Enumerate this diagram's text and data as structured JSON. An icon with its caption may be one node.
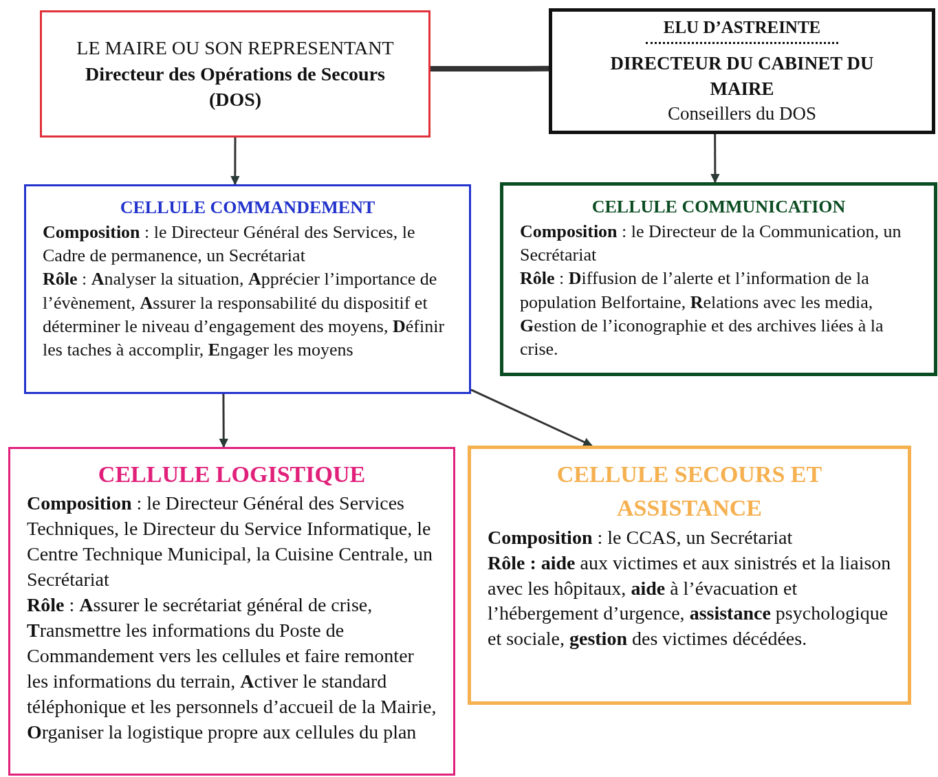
{
  "diagram": {
    "nodes": [
      {
        "text": [
          "LE MAIRE OU SON REPRESENTANT",
          "Directeur des Opérations de Secours (DOS)"
        ]
      },
      {
        "text": [
          "ELU D’ASTREINTE",
          "DIRECTEUR DU CABINET DU MAIRE",
          "Conseillers du DOS"
        ]
      },
      {
        "text": [
          "CELLULE COMMANDEMENT",
          "**Composition** : le Directeur Général des Services, le Cadre de permanence, un Secrétariat",
          "**Rôle** : **A**nalyser la situation, **A**pprécier l’importance de l’évènement, **A**ssurer la responsabilité du dispositif et déterminer le niveau d’engagement des moyens, **D**éfinir les taches à accomplir, **E**ngager les moyens"
        ]
      },
      {
        "text": [
          "CELLULE COMMUNICATION",
          "**Composition** : le Directeur de la Communication, un Secrétariat",
          "**Rôle** : **D**iffusion de l’alerte et l’information de la population Belfortaine, **R**elations avec les media, **G**estion de l’iconographie et des archives liées à la crise."
        ]
      },
      {
        "text": [
          "CELLULE LOGISTIQUE",
          "**Composition** : le Directeur Général des Services Techniques, le Directeur du Service Informatique, le Centre Technique Municipal, la Cuisine Centrale, un Secrétariat",
          "**Rôle** : **A**ssurer le secrétariat général de crise, **T**ransmettre les informations du Poste de Commandement vers les cellules et faire remonter les informations du terrain, **A**ctiver le standard téléphonique et les personnels d’accueil de la Mairie, **O**rganiser la logistique propre aux cellules du plan"
        ]
      },
      {
        "text": [
          "CELLULE SECOURS ET ASSISTANCE",
          "**Composition** : le CCAS, un Secrétariat",
          "**Rôle : aide** aux victimes et aux sinistrés et la liaison avec les hôpitaux, **aide** à l’évacuation et l’hébergement d’urgence, **assistance** psychologique et sociale, **gestion** des victimes décédées."
        ]
      }
    ],
    "edges": [
      {
        "from": 0,
        "to": 1,
        "arrow": "none",
        "style": "thick"
      },
      {
        "from": 0,
        "to": 2,
        "arrow": "to"
      },
      {
        "from": 1,
        "to": 3,
        "arrow": "to"
      },
      {
        "from": 2,
        "to": 4,
        "arrow": "to"
      },
      {
        "from": 2,
        "to": 5,
        "arrow": "to"
      }
    ]
  }
}
